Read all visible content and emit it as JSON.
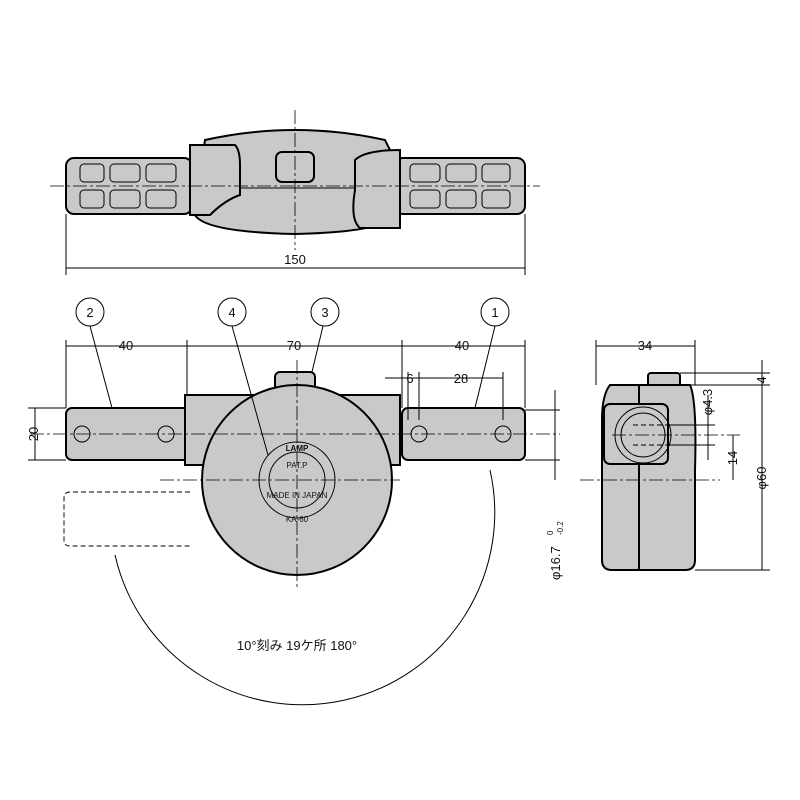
{
  "title": "Lamp hinge technical drawing",
  "dimensions": {
    "overall_length": "150",
    "left_arm": "40",
    "center": "70",
    "right_arm": "40",
    "hole_offset": "6",
    "hole_pitch": "28",
    "arm_height": "20",
    "shaft_dia": "φ16.7",
    "shaft_tol_upper": "0",
    "shaft_tol_lower": "-0.2",
    "side_width": "34",
    "knob_height": "4",
    "hole_dia": "φ4.3",
    "hole_height": "14",
    "body_dia": "φ60"
  },
  "callouts": [
    "1",
    "2",
    "3",
    "4"
  ],
  "rotation_note": "10°刻み 19ケ所 180°",
  "label": {
    "brand": "LAMP",
    "pat": "PAT.P",
    "origin": "MADE IN JAPAN",
    "model": "KA-60"
  }
}
